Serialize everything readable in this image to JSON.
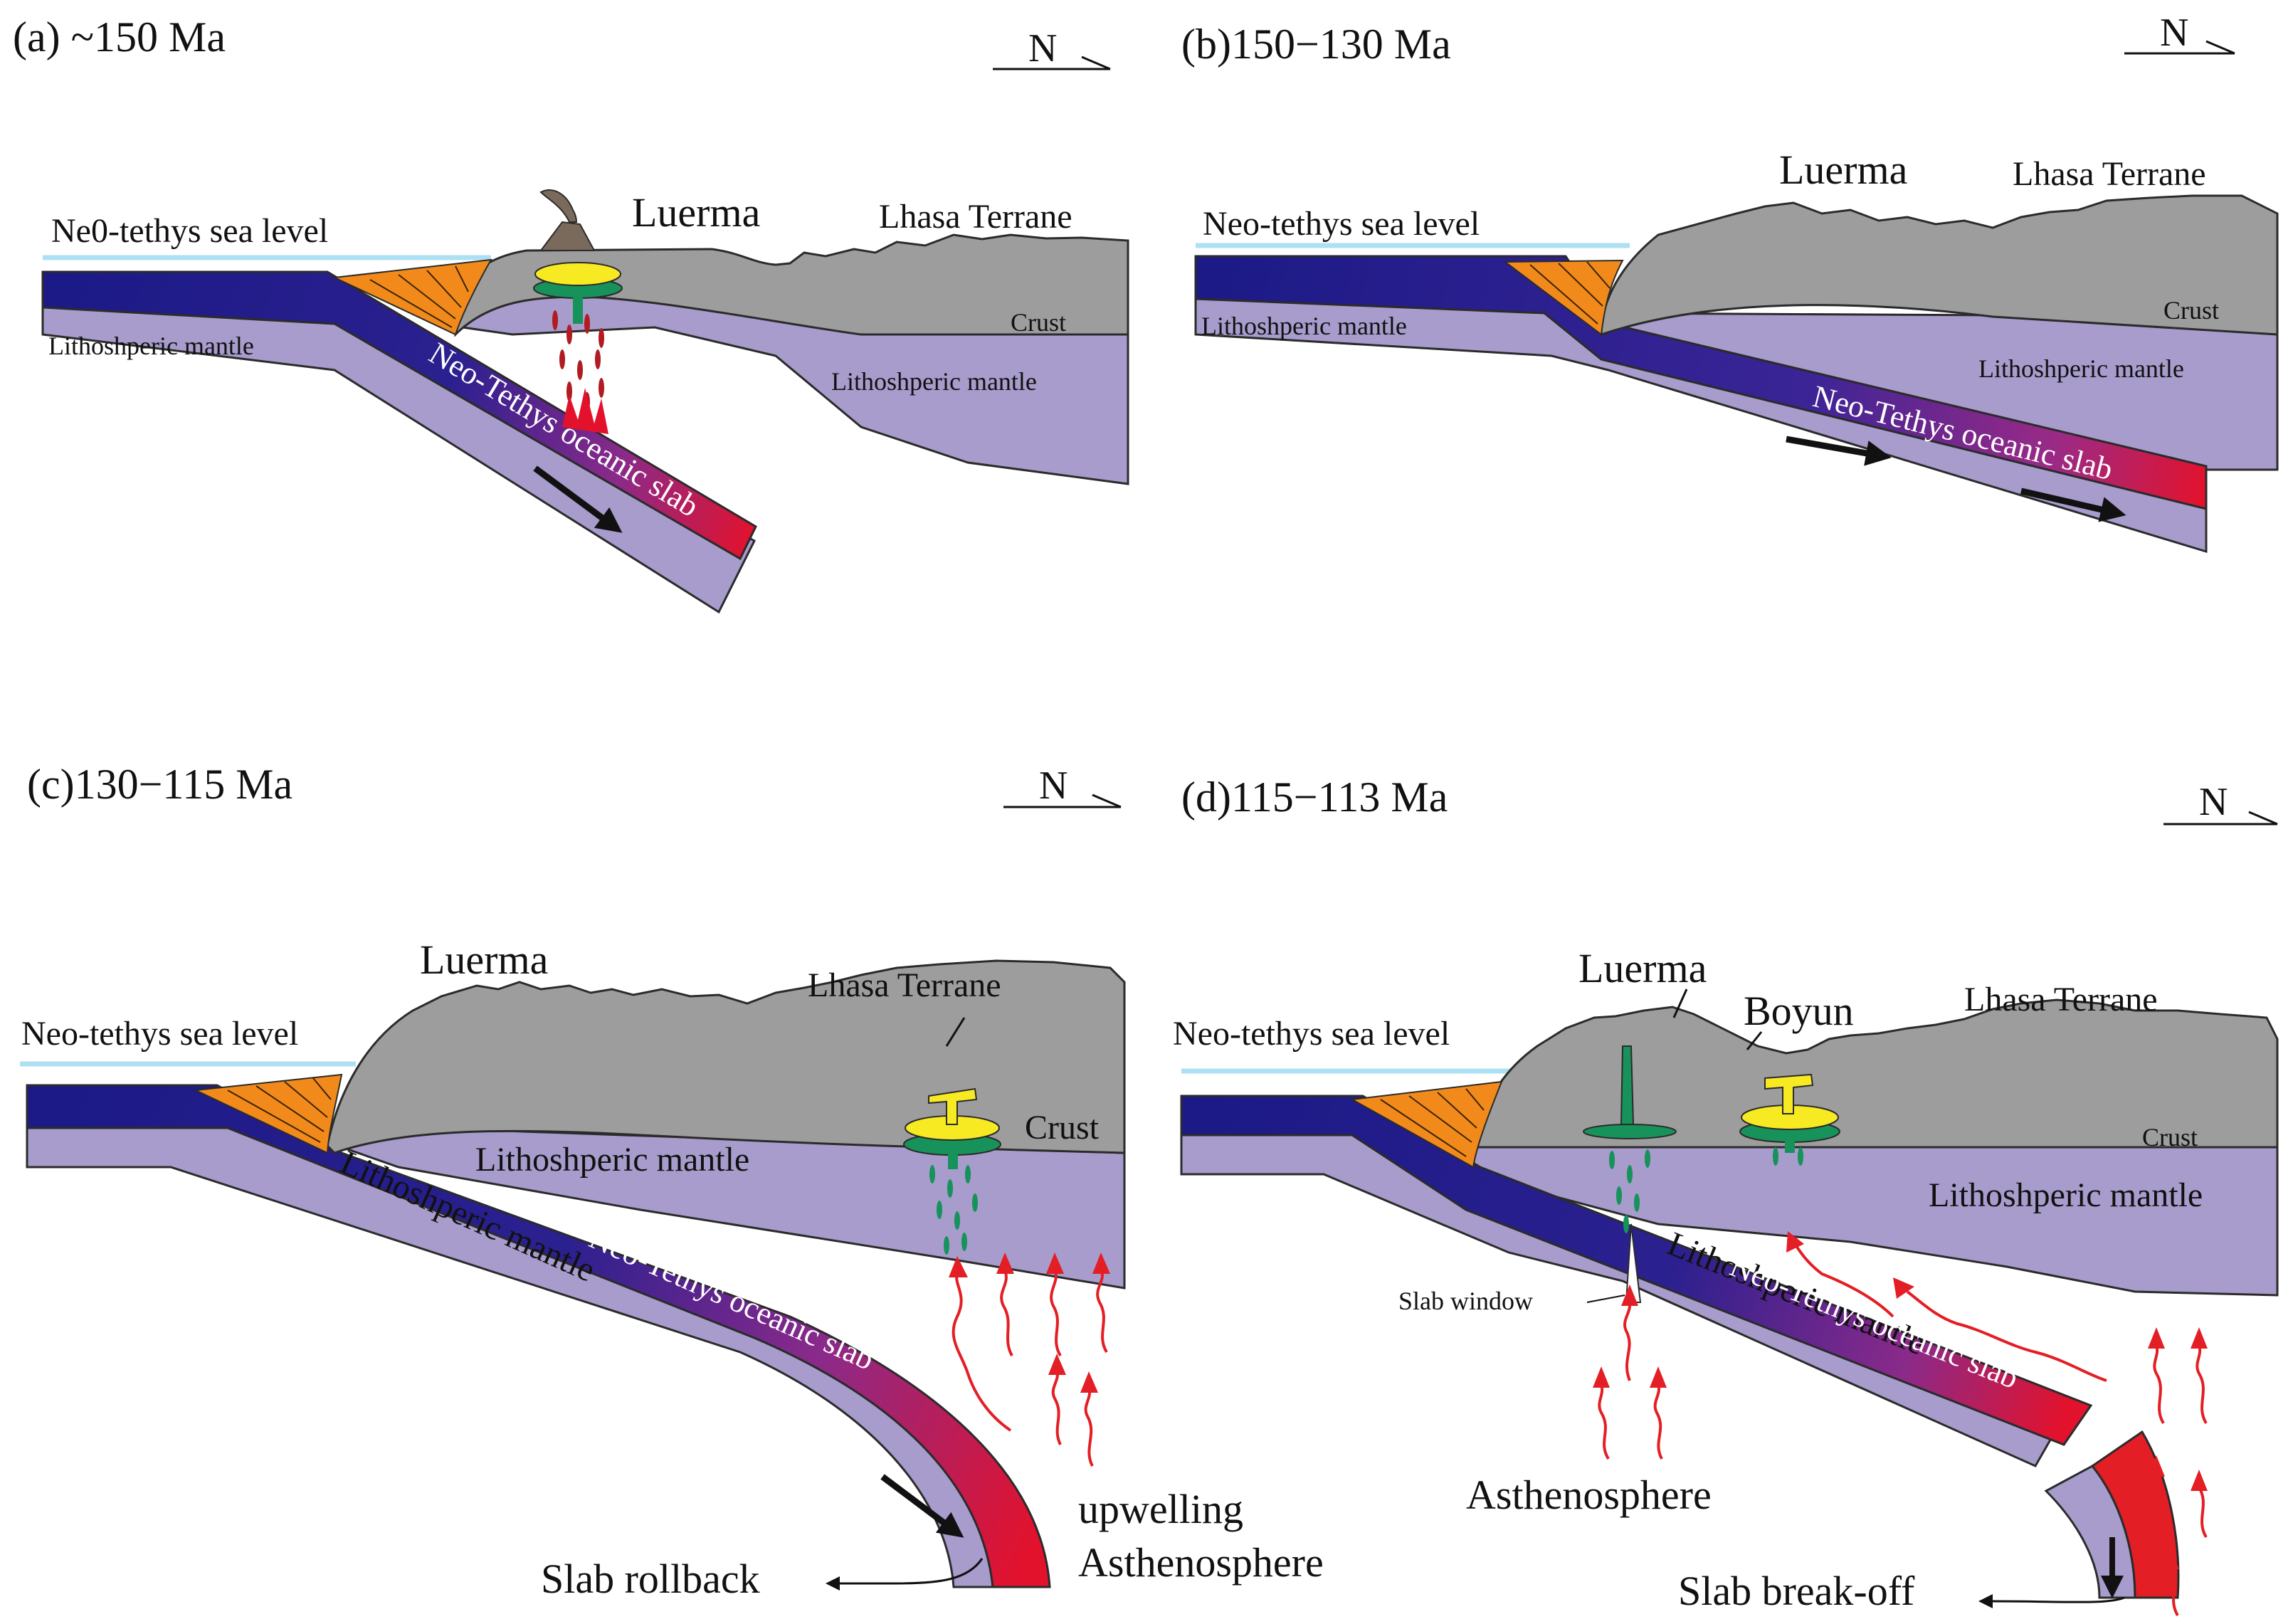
{
  "colors": {
    "crust": "#9d9d9d",
    "mantle": "#a79ccc",
    "slab_start": "#1b1a86",
    "slab_mid": "#5a2aa0",
    "slab_end": "#e3122c",
    "wedge": "#f28a1b",
    "sea": "#aee0f3",
    "magma_yellow": "#f7ea22",
    "magma_green": "#17925a",
    "arrow_red": "#e31e24",
    "outline": "#2b2b2b"
  },
  "panels": [
    {
      "id": "a",
      "title": "(a) ~150 Ma",
      "north": "N",
      "labels": {
        "sea": "Ne0-tethys sea level",
        "place": "Luerma",
        "terrane": "Lhasa Terrane",
        "crust": "Crust",
        "mantle_left": "Lithoshperic mantle",
        "mantle_right": "Lithoshperic mantle",
        "slab": "Neo-Tethys oceanic slab"
      }
    },
    {
      "id": "b",
      "title": "(b)150−130 Ma",
      "north": "N",
      "labels": {
        "sea": "Neo-tethys sea level",
        "place": "Luerma",
        "terrane": "Lhasa Terrane",
        "crust": "Crust",
        "mantle_left": "Lithoshperic mantle",
        "mantle_right": "Lithoshperic mantle",
        "slab": "Neo-Tethys oceanic slab"
      }
    },
    {
      "id": "c",
      "title": "(c)130−115 Ma",
      "north": "N",
      "labels": {
        "sea": "Neo-tethys sea level",
        "place": "Luerma",
        "terrane": "Lhasa Terrane",
        "crust": "Crust",
        "mantle_upper": "Lithoshperic mantle",
        "mantle_lower": "Lithoshperic mantle",
        "slab": "Neo-Tethys oceanic slab",
        "upwelling_1": "upwelling",
        "upwelling_2": "Asthenosphere",
        "rollback": "Slab rollback"
      }
    },
    {
      "id": "d",
      "title": "(d)115−113 Ma",
      "north": "N",
      "labels": {
        "sea": "Neo-tethys sea level",
        "place": "Luerma",
        "place2": "Boyun",
        "terrane": "Lhasa Terrane",
        "crust": "Crust",
        "mantle_upper": "Lithoshperic mantle",
        "mantle_lower": "Lithoshperic mantle",
        "slab": "Neo-Tethys oceanic slab",
        "window": "Slab window",
        "astheno": "Asthenosphere",
        "breakoff": "Slab break-off"
      }
    }
  ]
}
